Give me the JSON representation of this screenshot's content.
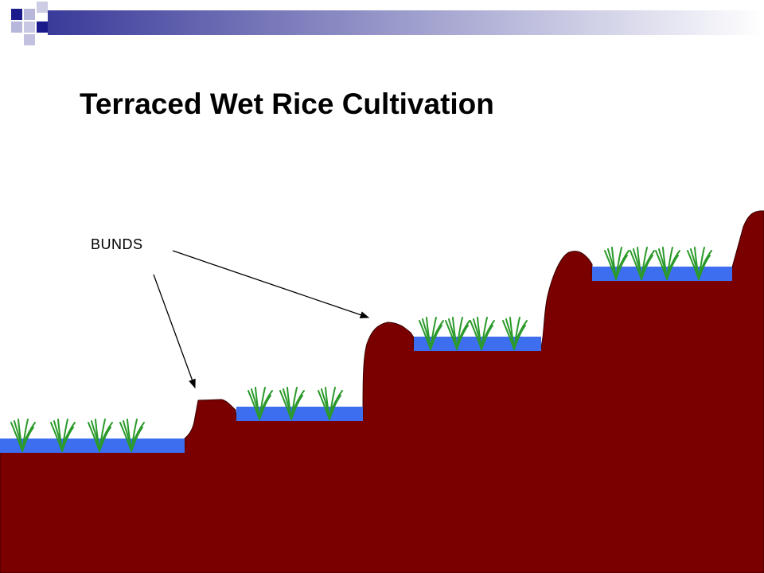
{
  "slide": {
    "title": "Terraced Wet Rice Cultivation"
  },
  "diagram": {
    "callout_label": "BUNDS",
    "terrace_count": 4,
    "rice_plants_per_terrace": [
      4,
      3,
      4,
      4
    ]
  },
  "colors": {
    "background": "#ffffff",
    "title_text": "#000000",
    "header_squares": "#1a1a8c",
    "header_squares_light": "#9999cc",
    "header_bar_start": "#3a3a9a",
    "header_bar_end": "#ffffff",
    "soil": "#7a0000",
    "soil_outline": "#3a0000",
    "water": "#3d6ef0",
    "rice_plant": "#2a9a2a",
    "arrow": "#000000"
  },
  "icons": {
    "header_decoration": "blue-squares-and-gradient-bar",
    "rice_plant": "rice-plant-icon",
    "arrow": "arrow-pointer-icon"
  }
}
